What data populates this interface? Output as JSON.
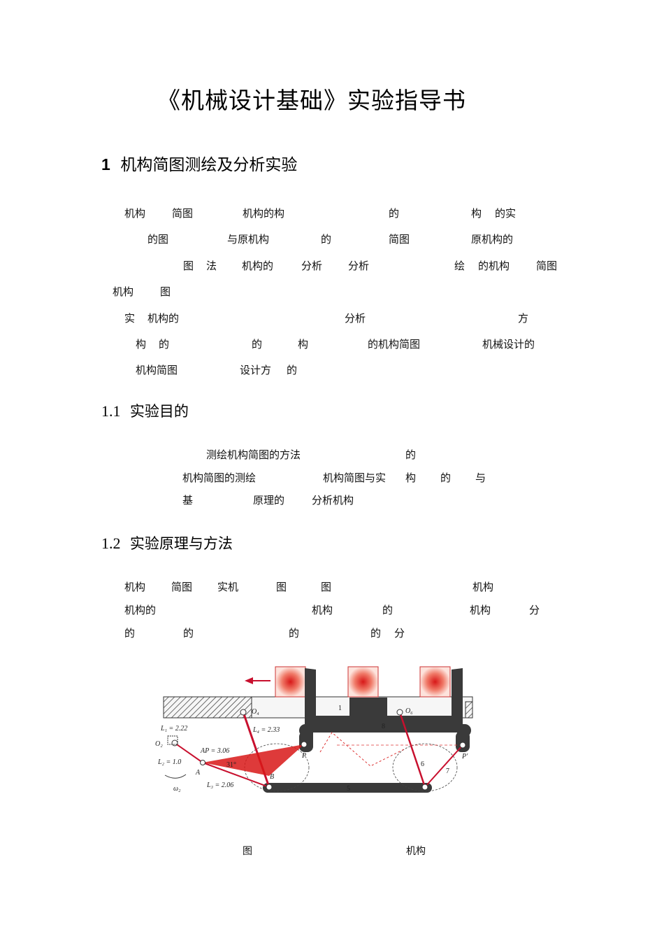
{
  "title": "《机械设计基础》实验指导书",
  "section1": {
    "number": "1",
    "title": "机构简图测绘及分析实验"
  },
  "intro_lines": [
    [
      "机构",
      "简图",
      "机构的构",
      "的",
      "构",
      "的实"
    ],
    [
      "的图",
      "与原机构",
      "的",
      "简图",
      "原机构的"
    ],
    [
      "图",
      "法",
      "机构的",
      "分析",
      "分析",
      "绘",
      "的机构",
      "简图"
    ],
    [
      "机构",
      "图"
    ],
    [
      "实",
      "机构的",
      "分析",
      "方"
    ],
    [
      "构",
      "的",
      "的",
      "构",
      "的机构简图",
      "机械设计的"
    ],
    [
      "机构简图",
      "设计方",
      "的"
    ]
  ],
  "section1_1": {
    "number": "1.1",
    "title": "实验目的"
  },
  "purpose_lines": [
    [
      "测绘机构简图的方法",
      "的"
    ],
    [
      "机构简图的测绘",
      "机构简图与实",
      "构",
      "的",
      "与"
    ],
    [
      "基",
      "原理的",
      "分析机构"
    ]
  ],
  "section1_2": {
    "number": "1.2",
    "title": "实验原理与方法"
  },
  "principle_lines": [
    [
      "机构",
      "简图",
      "实机",
      "图",
      "图",
      "机构"
    ],
    [
      "机构的",
      "机构",
      "的",
      "机构",
      "分"
    ],
    [
      "的",
      "的",
      "的",
      "的",
      "分"
    ]
  ],
  "figure": {
    "labels": {
      "L1": "L₁ = 2.22",
      "L2": "L₂ = 1.0",
      "L3": "L₃ = 2.06",
      "L4": "L₄ = 2.33",
      "AP": "AP = 3.06",
      "angle": "31°",
      "O2": "O₂",
      "O4": "O₄",
      "O6": "O₆",
      "A": "A",
      "B": "B",
      "P": "P",
      "P2": "P'",
      "omega": "ω₂",
      "n1": "1",
      "n5": "5",
      "n6": "6",
      "n7": "7",
      "n8": "8"
    },
    "colors": {
      "link": "#c8102e",
      "body": "#3a3a3a",
      "box": "#e8503a"
    }
  },
  "caption": [
    "图",
    "机构"
  ]
}
